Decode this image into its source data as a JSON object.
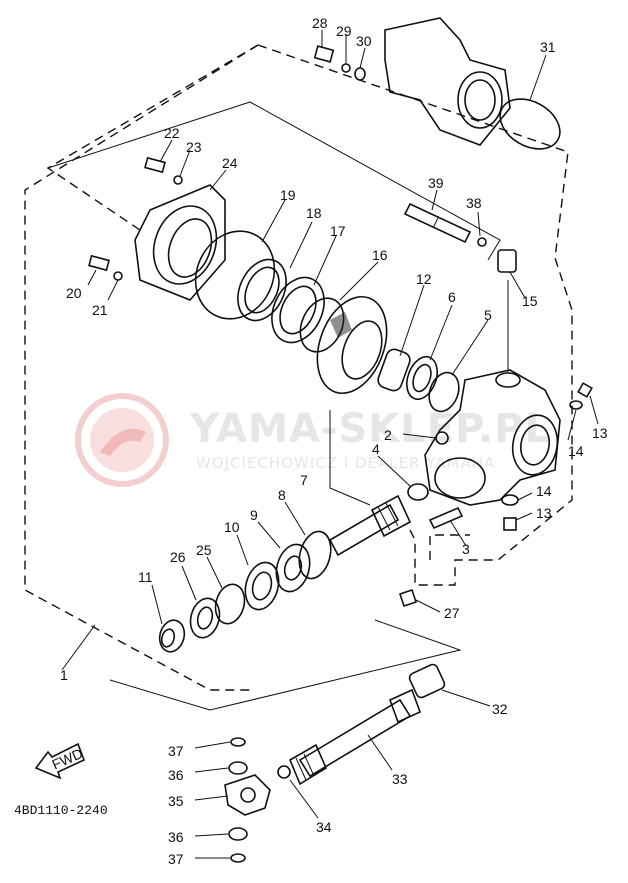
{
  "diagram": {
    "part_code": "4BD1110-2240",
    "direction_label": "FWD",
    "watermark": {
      "brand": "YAMA-SKLEP.PL",
      "owner": "WOJCIECHOWICZ I DEALER YAMAHA"
    },
    "callouts": [
      "1",
      "2",
      "3",
      "4",
      "5",
      "6",
      "7",
      "8",
      "9",
      "10",
      "11",
      "12",
      "13",
      "13",
      "14",
      "14",
      "15",
      "16",
      "17",
      "18",
      "19",
      "20",
      "21",
      "22",
      "23",
      "24",
      "25",
      "26",
      "27",
      "28",
      "29",
      "30",
      "31",
      "32",
      "33",
      "34",
      "35",
      "36",
      "36",
      "37",
      "37",
      "38",
      "39"
    ]
  }
}
